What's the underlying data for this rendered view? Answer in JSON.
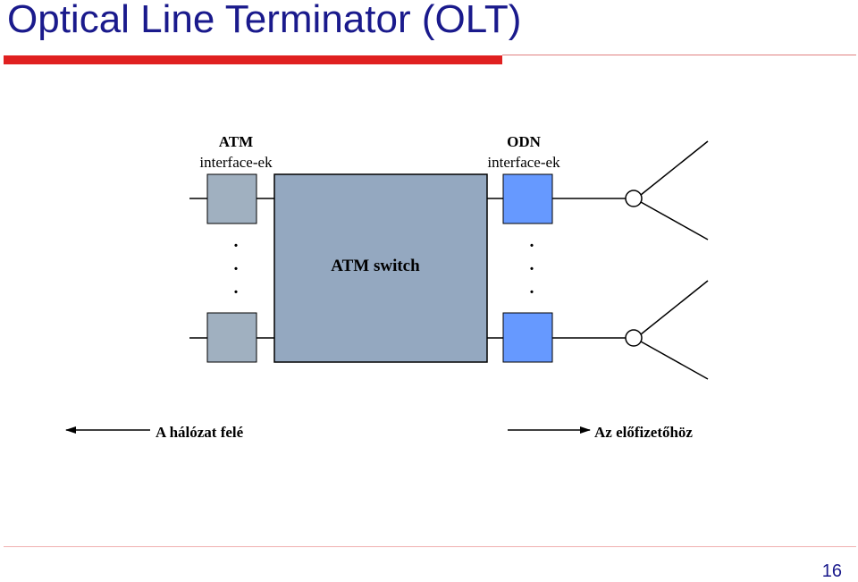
{
  "slide": {
    "title": "Optical Line Terminator (OLT)",
    "page_number": "16"
  },
  "diagram": {
    "atm_interfaces_label": [
      "ATM",
      "interface-ek"
    ],
    "odn_interfaces_label": [
      "ODN",
      "interface-ek"
    ],
    "switch_label": "ATM switch",
    "ellipsis": ".",
    "left_arrow_label": "A hálózat felé",
    "right_arrow_label": "Az előfizetőhöz"
  },
  "colors": {
    "title": "#1a1a8c",
    "title_bar": "#e02020",
    "switch_fill": "#94a8c0",
    "atm_port_fill": "#a0b0c0",
    "odn_port_fill": "#6699ff"
  }
}
